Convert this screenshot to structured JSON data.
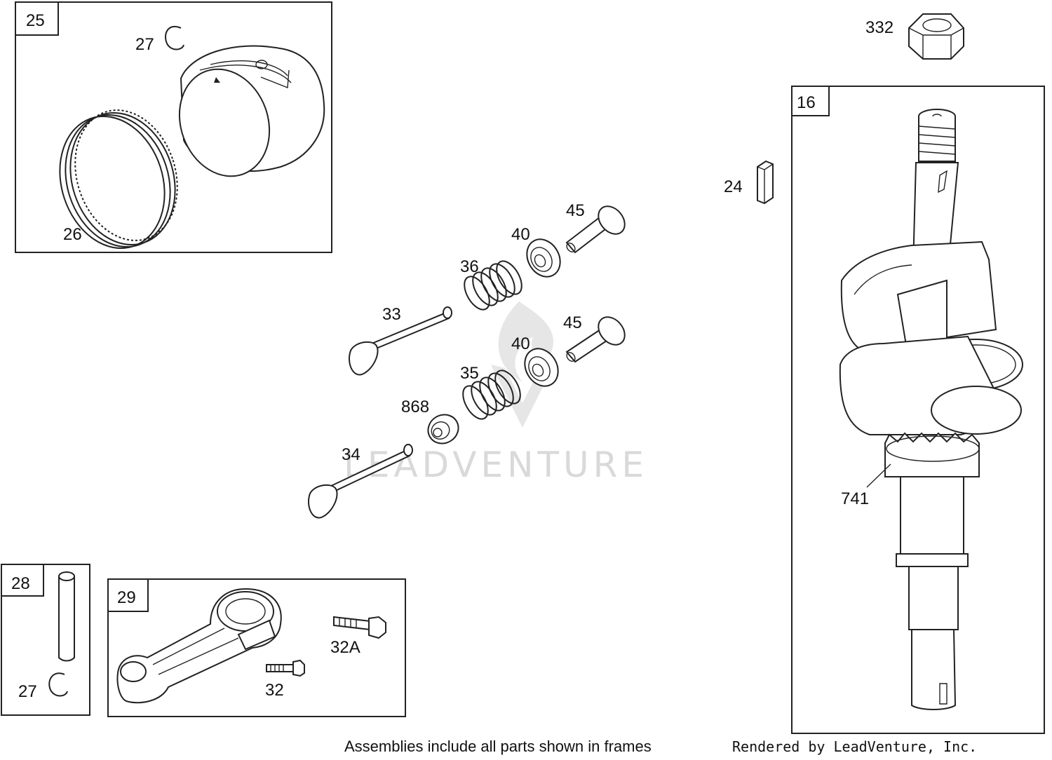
{
  "frames": [
    {
      "id": "f25",
      "label": "25"
    },
    {
      "id": "f16",
      "label": "16"
    },
    {
      "id": "f28",
      "label": "28"
    },
    {
      "id": "f29",
      "label": "29"
    }
  ],
  "parts": [
    {
      "id": "p27a",
      "label": "27"
    },
    {
      "id": "p26",
      "label": "26"
    },
    {
      "id": "p332",
      "label": "332"
    },
    {
      "id": "p24",
      "label": "24"
    },
    {
      "id": "p45a",
      "label": "45"
    },
    {
      "id": "p40a",
      "label": "40"
    },
    {
      "id": "p36",
      "label": "36"
    },
    {
      "id": "p33",
      "label": "33"
    },
    {
      "id": "p45b",
      "label": "45"
    },
    {
      "id": "p40b",
      "label": "40"
    },
    {
      "id": "p35",
      "label": "35"
    },
    {
      "id": "p868",
      "label": "868"
    },
    {
      "id": "p34",
      "label": "34"
    },
    {
      "id": "p741",
      "label": "741"
    },
    {
      "id": "p27b",
      "label": "27"
    },
    {
      "id": "p32A",
      "label": "32A"
    },
    {
      "id": "p32",
      "label": "32"
    }
  ],
  "footer": {
    "note": "Assemblies include all parts shown in frames",
    "credit": "Rendered by LeadVenture, Inc."
  },
  "watermark": "LEADVENTURE"
}
